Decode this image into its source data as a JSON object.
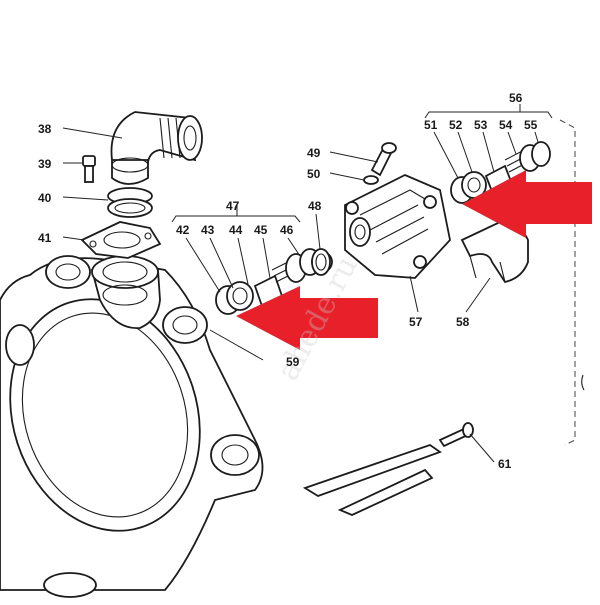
{
  "callouts": {
    "c38": "38",
    "c39": "39",
    "c40": "40",
    "c41": "41",
    "c42": "42",
    "c43": "43",
    "c44": "44",
    "c45": "45",
    "c46": "46",
    "c47": "47",
    "c48": "48",
    "c49": "49",
    "c50": "50",
    "c51": "51",
    "c52": "52",
    "c53": "53",
    "c54": "54",
    "c55": "55",
    "c56": "56",
    "c57": "57",
    "c58": "58",
    "c59": "59",
    "c61": "61"
  },
  "watermark": "ahede.ru",
  "colors": {
    "arrow": "#e8202a",
    "line": "#1c1c1c",
    "background": "#ffffff"
  },
  "icons": [
    "red-arrow-icon"
  ]
}
